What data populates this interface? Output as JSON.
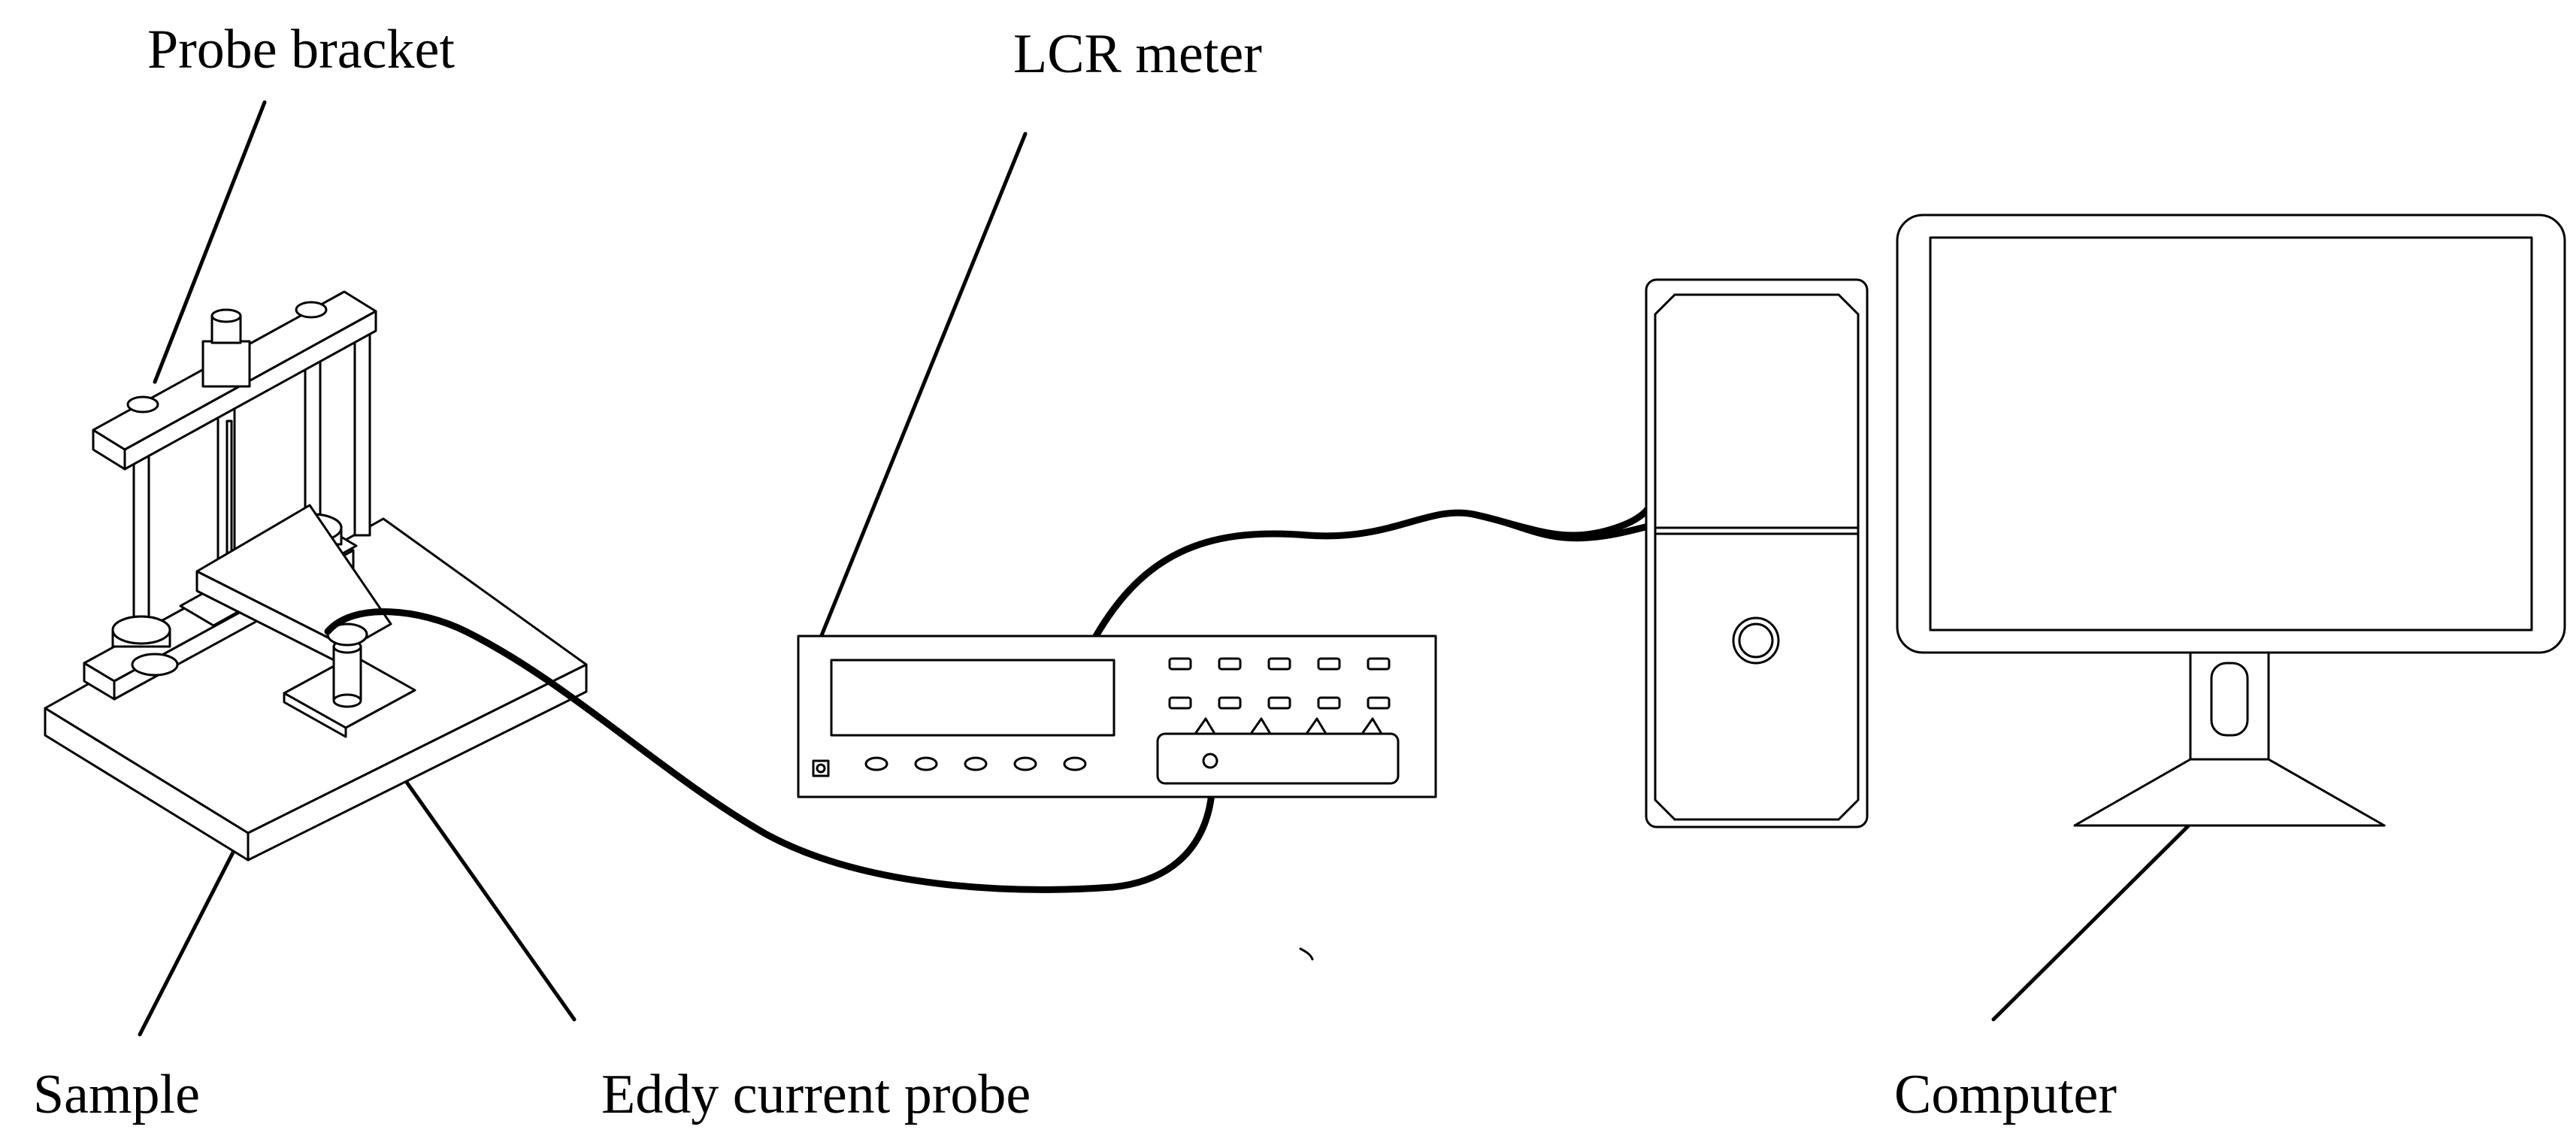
{
  "labels": {
    "probe_bracket": "Probe bracket",
    "lcr_meter": "LCR meter",
    "sample": "Sample",
    "eddy_current_probe": "Eddy current probe",
    "computer": "Computer"
  },
  "colors": {
    "line": "#000000",
    "background": "#ffffff"
  },
  "icons": {
    "probe_bracket": "probe-bracket-icon",
    "lcr_meter": "lcr-meter-icon",
    "computer_tower": "computer-tower-icon",
    "monitor": "monitor-icon"
  }
}
